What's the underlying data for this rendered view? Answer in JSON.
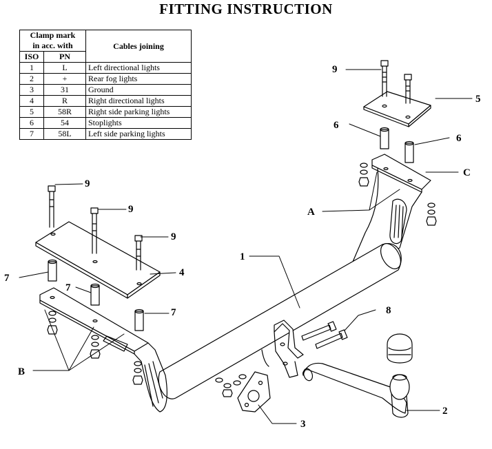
{
  "title": "FITTING INSTRUCTION",
  "table": {
    "header_clamp_line1": "Clamp mark",
    "header_clamp_line2": "in acc. with",
    "header_cables": "Cables joining",
    "header_iso": "ISO",
    "header_pn": "PN",
    "rows": [
      {
        "iso": "1",
        "pn": "L",
        "desc": "Left directional lights"
      },
      {
        "iso": "2",
        "pn": "+",
        "desc": "Rear fog lights"
      },
      {
        "iso": "3",
        "pn": "31",
        "desc": "Ground"
      },
      {
        "iso": "4",
        "pn": "R",
        "desc": "Right directional lights"
      },
      {
        "iso": "5",
        "pn": "58R",
        "desc": "Right side parking lights"
      },
      {
        "iso": "6",
        "pn": "54",
        "desc": "Stoplights"
      },
      {
        "iso": "7",
        "pn": "58L",
        "desc": "Left side parking lights"
      }
    ]
  },
  "callouts": {
    "c1": "1",
    "c2": "2",
    "c3": "3",
    "c4": "4",
    "c5": "5",
    "c6a": "6",
    "c6b": "6",
    "c7a": "7",
    "c7b": "7",
    "c7c": "7",
    "c8": "8",
    "c9a": "9",
    "c9b": "9",
    "c9c": "9",
    "c9d": "9",
    "cA": "A",
    "cB": "B",
    "cC": "C"
  }
}
